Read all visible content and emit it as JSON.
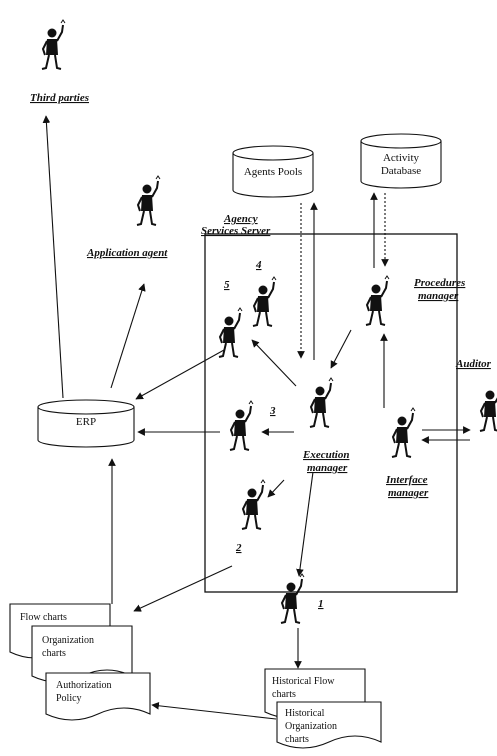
{
  "actors": {
    "third_parties": "Third parties",
    "application_agent": "Application agent",
    "procedures_manager": [
      "Procedures",
      "manager"
    ],
    "auditor": "Auditor",
    "execution_manager": [
      "Execution",
      "manager"
    ],
    "interface_manager": [
      "Interface",
      "manager"
    ]
  },
  "server": [
    "Agency",
    "Services Server"
  ],
  "databases": {
    "agents_pools": "Agents Pools",
    "activity_database": [
      "Activity",
      "Database"
    ],
    "erp": "ERP"
  },
  "documents": {
    "flow_charts": "Flow charts",
    "organization_charts": [
      "Organization",
      "charts"
    ],
    "authorization_policy": [
      "Authorization",
      "Policy"
    ],
    "historical_flow_charts": [
      "Historical Flow",
      "charts"
    ],
    "historical_organization_charts": [
      "Historical",
      "Organization",
      "charts"
    ]
  },
  "agent_numbers": [
    "1",
    "2",
    "3",
    "4",
    "5"
  ]
}
